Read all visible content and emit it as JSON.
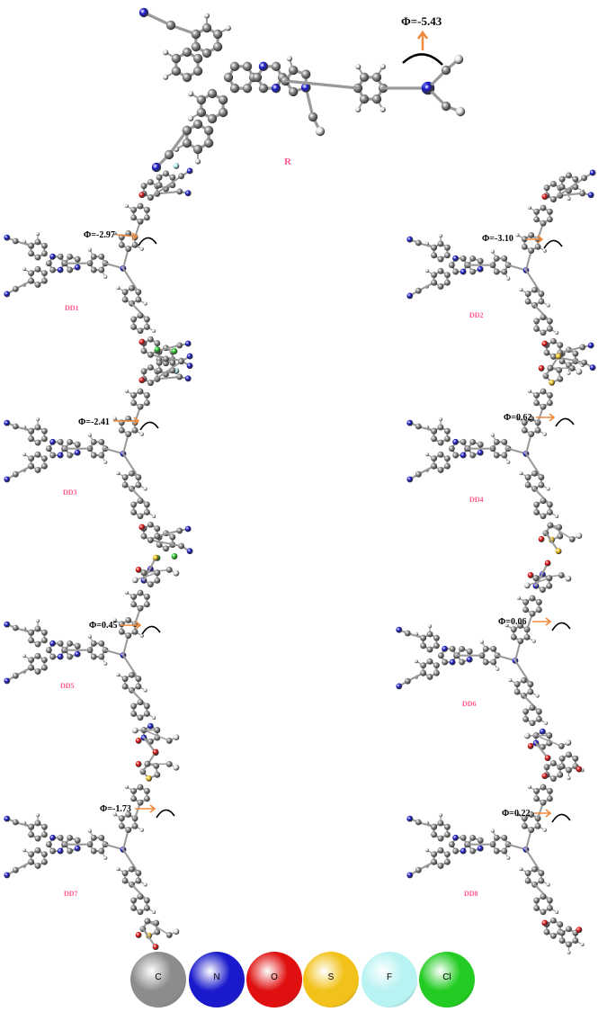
{
  "figure": {
    "reference": {
      "name": "R",
      "phi": "Φ=-5.43"
    },
    "molecules": [
      {
        "name": "DD1",
        "phi": "Φ=-2.97",
        "acceptor": "fluoro-dicyano"
      },
      {
        "name": "DD2",
        "phi": "Φ=-3.10",
        "acceptor": "dicyano"
      },
      {
        "name": "DD3",
        "phi": "Φ=-2.41",
        "acceptor": "chloro-dicyano"
      },
      {
        "name": "DD4",
        "phi": "Φ=0.62",
        "acceptor": "thioxothiazolidine"
      },
      {
        "name": "DD5",
        "phi": "Φ=0.45",
        "acceptor": "thiobarbituric"
      },
      {
        "name": "DD6",
        "phi": "Φ=0.06",
        "acceptor": "barbituric"
      },
      {
        "name": "DD7",
        "phi": "Φ=-1.73",
        "acceptor": "rhodanine"
      },
      {
        "name": "DD8",
        "phi": "Φ=0.22",
        "acceptor": "indanedione"
      }
    ]
  },
  "legend": [
    {
      "symbol": "C",
      "color": "#8c8c8c"
    },
    {
      "symbol": "N",
      "color": "#1a1acc"
    },
    {
      "symbol": "O",
      "color": "#e01010"
    },
    {
      "symbol": "S",
      "color": "#f2c21a"
    },
    {
      "symbol": "F",
      "color": "#b8f2f2"
    },
    {
      "symbol": "Cl",
      "color": "#22cc22"
    }
  ],
  "atom_colors": {
    "C": "#8c8c8c",
    "H": "#e6e6e6",
    "N": "#1a1acc",
    "O": "#e01010",
    "S": "#f2c21a",
    "F": "#b8f2f2",
    "Cl": "#22cc22"
  },
  "arrow_color": "#f08a3c"
}
